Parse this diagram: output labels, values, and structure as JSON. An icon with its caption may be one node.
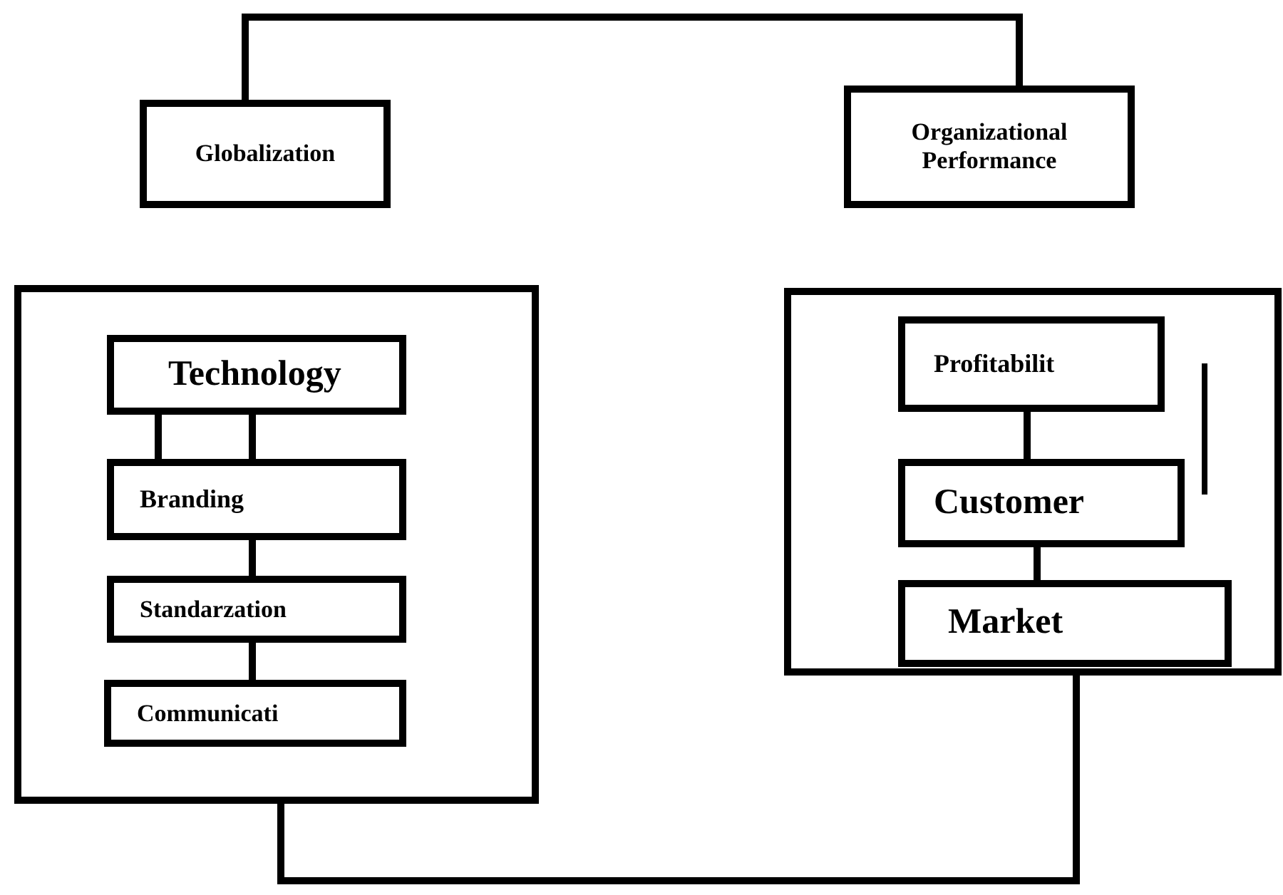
{
  "diagram": {
    "nodes": [
      {
        "text": [
          "Globalization"
        ]
      },
      {
        "text": [
          "Organizational Performance"
        ]
      },
      {
        "text": [],
        "shape": "box"
      },
      {
        "text": [
          "Technology"
        ],
        "in": 2
      },
      {
        "text": [
          "Branding"
        ],
        "in": 2
      },
      {
        "text": [
          "Standarzation"
        ],
        "in": 2
      },
      {
        "text": [
          "Communicati"
        ],
        "in": 2
      },
      {
        "text": [],
        "shape": "box"
      },
      {
        "text": [
          "Profitabilit"
        ],
        "in": 7
      },
      {
        "text": [
          "Customer"
        ],
        "in": 7
      },
      {
        "text": [
          "Market"
        ],
        "in": 7
      }
    ],
    "edges": [
      {
        "from": 0,
        "to": 1,
        "arrow": "none"
      },
      {
        "from": 3,
        "to": 4,
        "arrow": "none"
      },
      {
        "from": 4,
        "to": 5,
        "arrow": "none"
      },
      {
        "from": 5,
        "to": 6,
        "arrow": "none"
      },
      {
        "from": 8,
        "to": 9,
        "arrow": "none"
      },
      {
        "from": 9,
        "to": 10,
        "arrow": "none"
      },
      {
        "from": 2,
        "to": 7,
        "arrow": "none"
      },
      {
        "from": 3,
        "to": 4,
        "arrow": "none"
      }
    ]
  }
}
